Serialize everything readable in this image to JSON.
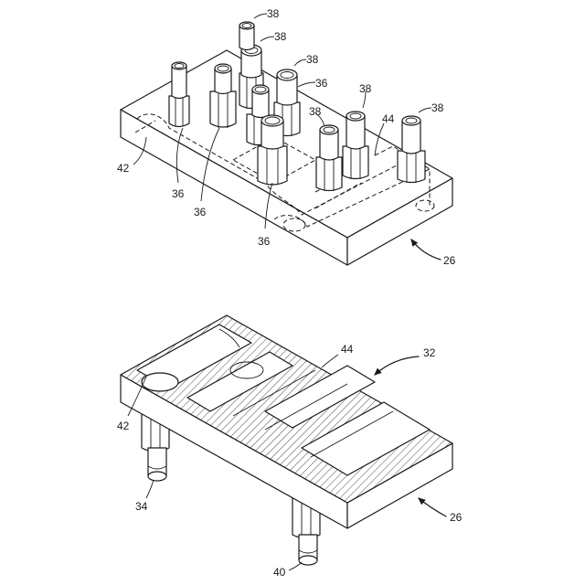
{
  "figure_top": {
    "labels": {
      "ref_38_a": "38",
      "ref_38_b": "38",
      "ref_38_c": "38",
      "ref_38_d": "38",
      "ref_38_e": "38",
      "ref_38_f": "38",
      "ref_36_a": "36",
      "ref_36_b": "36",
      "ref_36_c": "36",
      "ref_36_d": "36",
      "ref_42": "42",
      "ref_44": "44",
      "ref_26": "26"
    }
  },
  "figure_bottom": {
    "labels": {
      "ref_44": "44",
      "ref_32": "32",
      "ref_42": "42",
      "ref_34": "34",
      "ref_26": "26",
      "ref_40": "40"
    }
  }
}
